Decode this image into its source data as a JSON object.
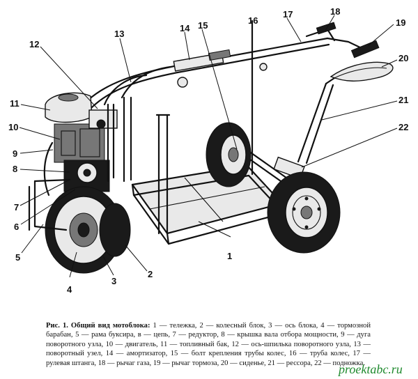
{
  "figure": {
    "callouts": [
      "1",
      "2",
      "3",
      "4",
      "5",
      "6",
      "7",
      "8",
      "9",
      "10",
      "11",
      "12",
      "13",
      "14",
      "15",
      "16",
      "17",
      "18",
      "19",
      "20",
      "21",
      "22"
    ]
  },
  "caption": {
    "title": "Рис. 1. Общий вид мотоблока:",
    "text": " 1 — тележка, 2 — колесный блок, 3 — ось блока, 4 — тормозной барабан, 5 — рама буксира, в — цепь, 7 — редуктор, 8 — крышка вала отбора мощности, 9 — дуга поворотного узла, 10 — двигатель, 11 — топливный бак, 12 — ось-шпилька поворотного узла, 13 — поворотный узел, 14 — амортизатор, 15 — болт крепления трубы колес, 16 — труба колес, 17 — рулевая штанга, 18 — рычаг газа, 19 — рычаг тормоза, 20 — сиденье, 21 — рессора, 22 — подножка."
  },
  "watermark": "proektabc.ru"
}
